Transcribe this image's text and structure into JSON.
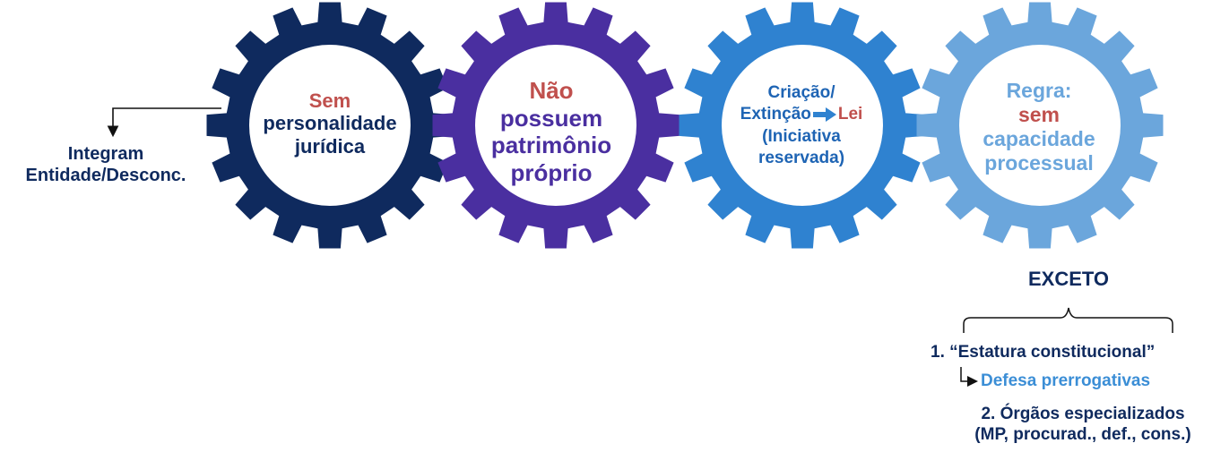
{
  "colors": {
    "gear1": "#0f2a5e",
    "gear2": "#4a2fa0",
    "gear3": "#2f82d0",
    "gear4": "#6ba6dc",
    "accent_red": "#c0504d",
    "light_blue_text": "#3b8ed6"
  },
  "gear1": {
    "line1": "Sem",
    "line2": "personalidade",
    "line3": "jurídica"
  },
  "gear2": {
    "line1": "Não",
    "line2": "possuem",
    "line3": "patrimônio",
    "line4": "próprio"
  },
  "gear3": {
    "line1": "Criação/",
    "line2a": "Extinção",
    "line2b": "Lei",
    "line3": "(Iniciativa",
    "line4": "reservada)"
  },
  "gear4": {
    "line1": "Regra:",
    "line2": "sem",
    "line3": "capacidade",
    "line4": "processual"
  },
  "left_note": {
    "line1": "Integram",
    "line2": "Entidade/Desconc."
  },
  "exception": {
    "title": "EXCETO",
    "item1": "1. “Estatura constitucional”",
    "item1_sub": "Defesa prerrogativas",
    "item2_line1": "2. Órgãos especializados",
    "item2_line2": "(MP, procurad., def., cons.)"
  }
}
